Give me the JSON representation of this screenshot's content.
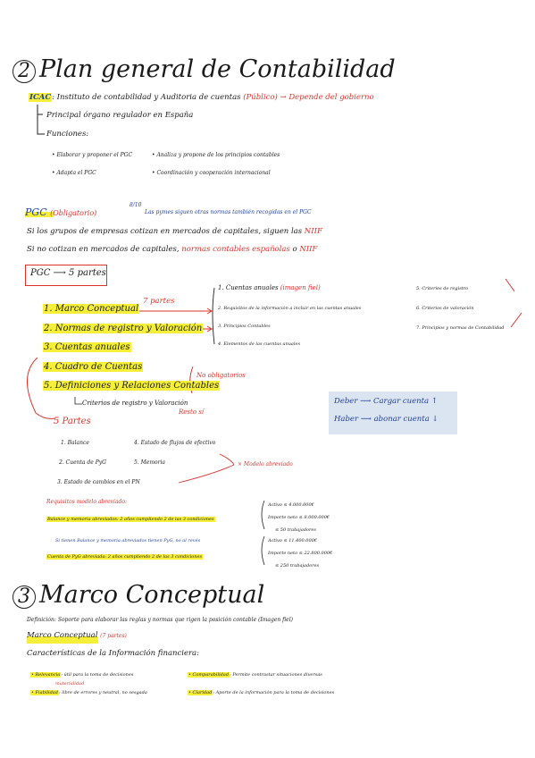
{
  "section2": {
    "number": "2",
    "title": "Plan general de Contabilidad",
    "icac_label": "ICAC",
    "icac_desc": ": Instituto de contabilidad y Auditoria de cuentas",
    "icac_public": "(Público)",
    "icac_arrow": "→ Depende del gobierno",
    "principal": "Principal órgano regulador en España",
    "funciones": "Funciones:",
    "func_1": "• Elaborar y proponer el PGC",
    "func_2": "• Adapta el PGC",
    "func_3": "• Analiza y propone de los principios contables",
    "func_4": "• Coordinación y cooperación internacional",
    "pgc_label": "PGC",
    "pgc_oblig": "(Obligatorio)",
    "pgc_note": "Las pymes siguen otras normas también recogidas en el PGC",
    "pgc_note_num": "8/10",
    "grupo_line_a": "Si los grupos de empresas cotizan en mercados de capitales, siguen las",
    "grupo_niif": "NIIF",
    "nocotiza_a": "Si no cotizan en mercados de capitales,",
    "nocotiza_red": "normas contables españolas",
    "nocotiza_b": "o",
    "nocotiza_niif": "NIIF",
    "pgc_partes_box": "PGC ⟶ 5 partes",
    "partes": [
      "1. Marco Conceptual",
      "2. Normas de registro y Valoración",
      "3. Cuentas anuales",
      "4. Cuadro de Cuentas",
      "5. Definiciones y Relaciones Contables"
    ],
    "criterios_sub": "Criterios de registro y Valoración",
    "siete_partes": "7 partes",
    "marco_items": [
      "1. Cuentas anuales",
      "2. Requisitos de la información a incluir en las cuentas anuales",
      "3. Principios Contables",
      "4. Elementos de las cuentas anuales"
    ],
    "marco_items_red": "(imagen fiel)",
    "marco_items_right": [
      "5. Criterios de registro",
      "6. Criterios de valoración",
      "7. Principios y normas de Contabilidad"
    ],
    "no_oblig": "No obligatorios",
    "resto_si": "Resto sí",
    "deber": "Deber ⟶ Cargar cuenta ↑",
    "haber": "Haber ⟶ abonar cuenta ↓",
    "cinco_partes": "5 Partes",
    "ca_items": [
      "1. Balance",
      "2. Cuenta de PyG",
      "3. Estado de cambios en el PN"
    ],
    "ca_items_right": [
      "4. Estado de flujos de efectivo",
      "5. Memoria"
    ],
    "modelo_abreviado": "× Modelo abreviado",
    "requisitos_title": "Requisitos modelo abreviado:",
    "balance_req": "Balance y memoria abreviados: 2 años cumpliendo 2 de las 3 condiciones",
    "cond_1": "Activo ≤ 4.000.000€",
    "cond_2": "Importe neto ≤ 8.000.000€",
    "cond_3": "≤ 50 trabajadores",
    "si_tienen": "Si tienen Balance y memoria abreviados tienen PyG, no al revés",
    "cuenta_pyg": "Cuenta de PyG abreviada: 2 años cumpliendo 2 de las 3 condiciones",
    "cond2_1": "Activo ≤ 11.400.000€",
    "cond2_2": "Importe neto ≤ 22.800.000€",
    "cond2_3": "≤ 250 trabajadores"
  },
  "section3": {
    "number": "3",
    "title": "Marco Conceptual",
    "definicion": "Definición: Soporte para elaborar las reglas y normas que rigen la posición contable (Imagen fiel)",
    "marco_label": "Marco Conceptual",
    "marco_partes": "(7 partes)",
    "caract": "Características de la Información financiera:",
    "car_1a": "• Relevancia",
    "car_1b": ": útil para la toma de decisiones",
    "car_1c": "materialidad",
    "car_2a": "• Fiabilidad",
    "car_2b": ": libre de errores y neutral, no sesgada",
    "car_3a": "• Comparabilidad",
    "car_3b": ": Permite contrastar situaciones diversas",
    "car_4a": "• Claridad",
    "car_4b": ": Aporte de la información para la toma de decisiones"
  },
  "colors": {
    "highlight": "#f6ef3a",
    "red": "#d9342b",
    "blue": "#1f3f9a",
    "box_blue": "#dbe4f1"
  }
}
